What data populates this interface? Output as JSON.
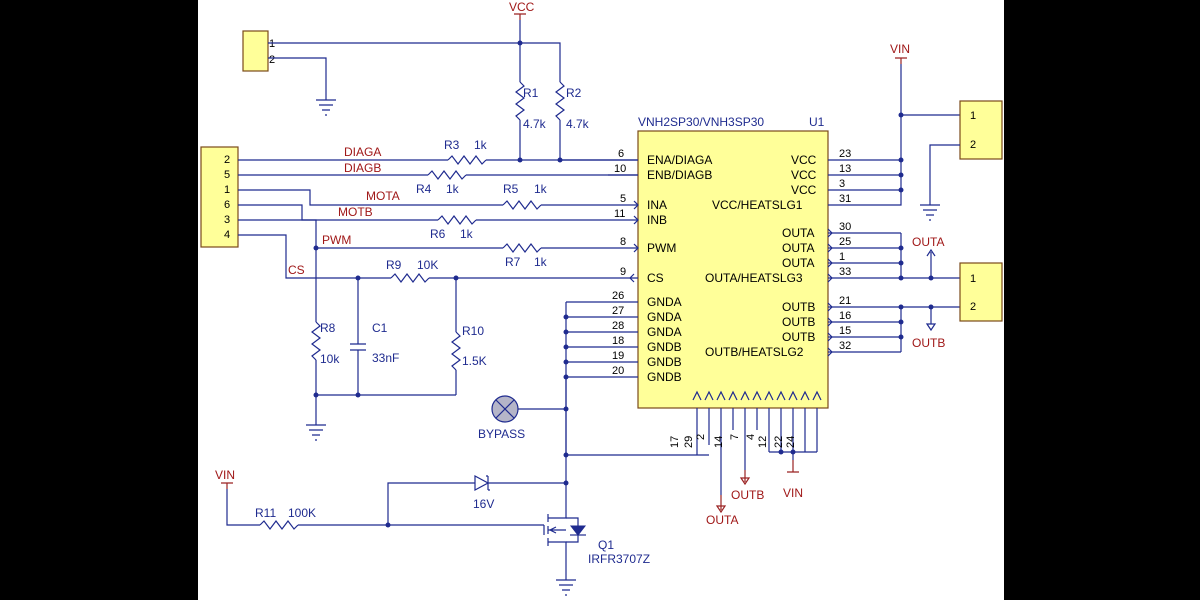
{
  "power": {
    "vcc": "VCC",
    "vin_top": "VIN",
    "vin_bottom_left": "VIN",
    "vin_bottom": "VIN"
  },
  "resistors": {
    "r1": {
      "ref": "R1",
      "value": "4.7k"
    },
    "r2": {
      "ref": "R2",
      "value": "4.7k"
    },
    "r3": {
      "ref": "R3",
      "value": "1k"
    },
    "r4": {
      "ref": "R4",
      "value": "1k"
    },
    "r5": {
      "ref": "R5",
      "value": "1k"
    },
    "r6": {
      "ref": "R6",
      "value": "1k"
    },
    "r7": {
      "ref": "R7",
      "value": "1k"
    },
    "r8": {
      "ref": "R8",
      "value": "10k"
    },
    "r9": {
      "ref": "R9",
      "value": "10K"
    },
    "r10": {
      "ref": "R10",
      "value": "1.5K"
    },
    "r11": {
      "ref": "R11",
      "value": "100K"
    }
  },
  "capacitor": {
    "ref": "C1",
    "value": "33nF"
  },
  "nets": {
    "diaga": "DIAGA",
    "diagb": "DIAGB",
    "mota": "MOTA",
    "motb": "MOTB",
    "pwm": "PWM",
    "cs": "CS"
  },
  "input_header": {
    "pins": [
      "2",
      "5",
      "1",
      "6",
      "3",
      "4"
    ]
  },
  "top_header": {
    "pins": [
      "1",
      "2"
    ]
  },
  "vin_header": {
    "pins": [
      "1",
      "2"
    ]
  },
  "out_header": {
    "pins": [
      "1",
      "2"
    ]
  },
  "ic": {
    "part": "VNH2SP30/VNH3SP30",
    "ref": "U1",
    "left_pins": [
      {
        "num": "6",
        "name": "ENA/DIAGA"
      },
      {
        "num": "10",
        "name": "ENB/DIAGB"
      },
      {
        "num": "5",
        "name": "INA"
      },
      {
        "num": "11",
        "name": "INB"
      },
      {
        "num": "8",
        "name": "PWM"
      },
      {
        "num": "9",
        "name": "CS"
      },
      {
        "num": "26",
        "name": "GNDA"
      },
      {
        "num": "27",
        "name": "GNDA"
      },
      {
        "num": "28",
        "name": "GNDA"
      },
      {
        "num": "18",
        "name": "GNDB"
      },
      {
        "num": "19",
        "name": "GNDB"
      },
      {
        "num": "20",
        "name": "GNDB"
      }
    ],
    "right_pins": [
      {
        "num": "23",
        "name": "VCC"
      },
      {
        "num": "13",
        "name": "VCC"
      },
      {
        "num": "3",
        "name": "VCC"
      },
      {
        "num": "31",
        "name": "VCC/HEATSLG1"
      },
      {
        "num": "30",
        "name": "OUTA"
      },
      {
        "num": "25",
        "name": "OUTA"
      },
      {
        "num": "1",
        "name": "OUTA"
      },
      {
        "num": "33",
        "name": "OUTA/HEATSLG3"
      },
      {
        "num": "21",
        "name": "OUTB"
      },
      {
        "num": "16",
        "name": "OUTB"
      },
      {
        "num": "15",
        "name": "OUTB"
      },
      {
        "num": "32",
        "name": "OUTB/HEATSLG2"
      }
    ],
    "bottom_pins": [
      "17",
      "29",
      "2",
      "14",
      "7",
      "4",
      "12",
      "22",
      "24"
    ]
  },
  "outa_label": "OUTA",
  "outb_label": "OUTB",
  "outa_bottom": "OUTA",
  "outb_bottom": "OUTB",
  "bypass": "BYPASS",
  "zener": "16V",
  "mosfet": {
    "ref": "Q1",
    "part": "IRFR3707Z"
  }
}
